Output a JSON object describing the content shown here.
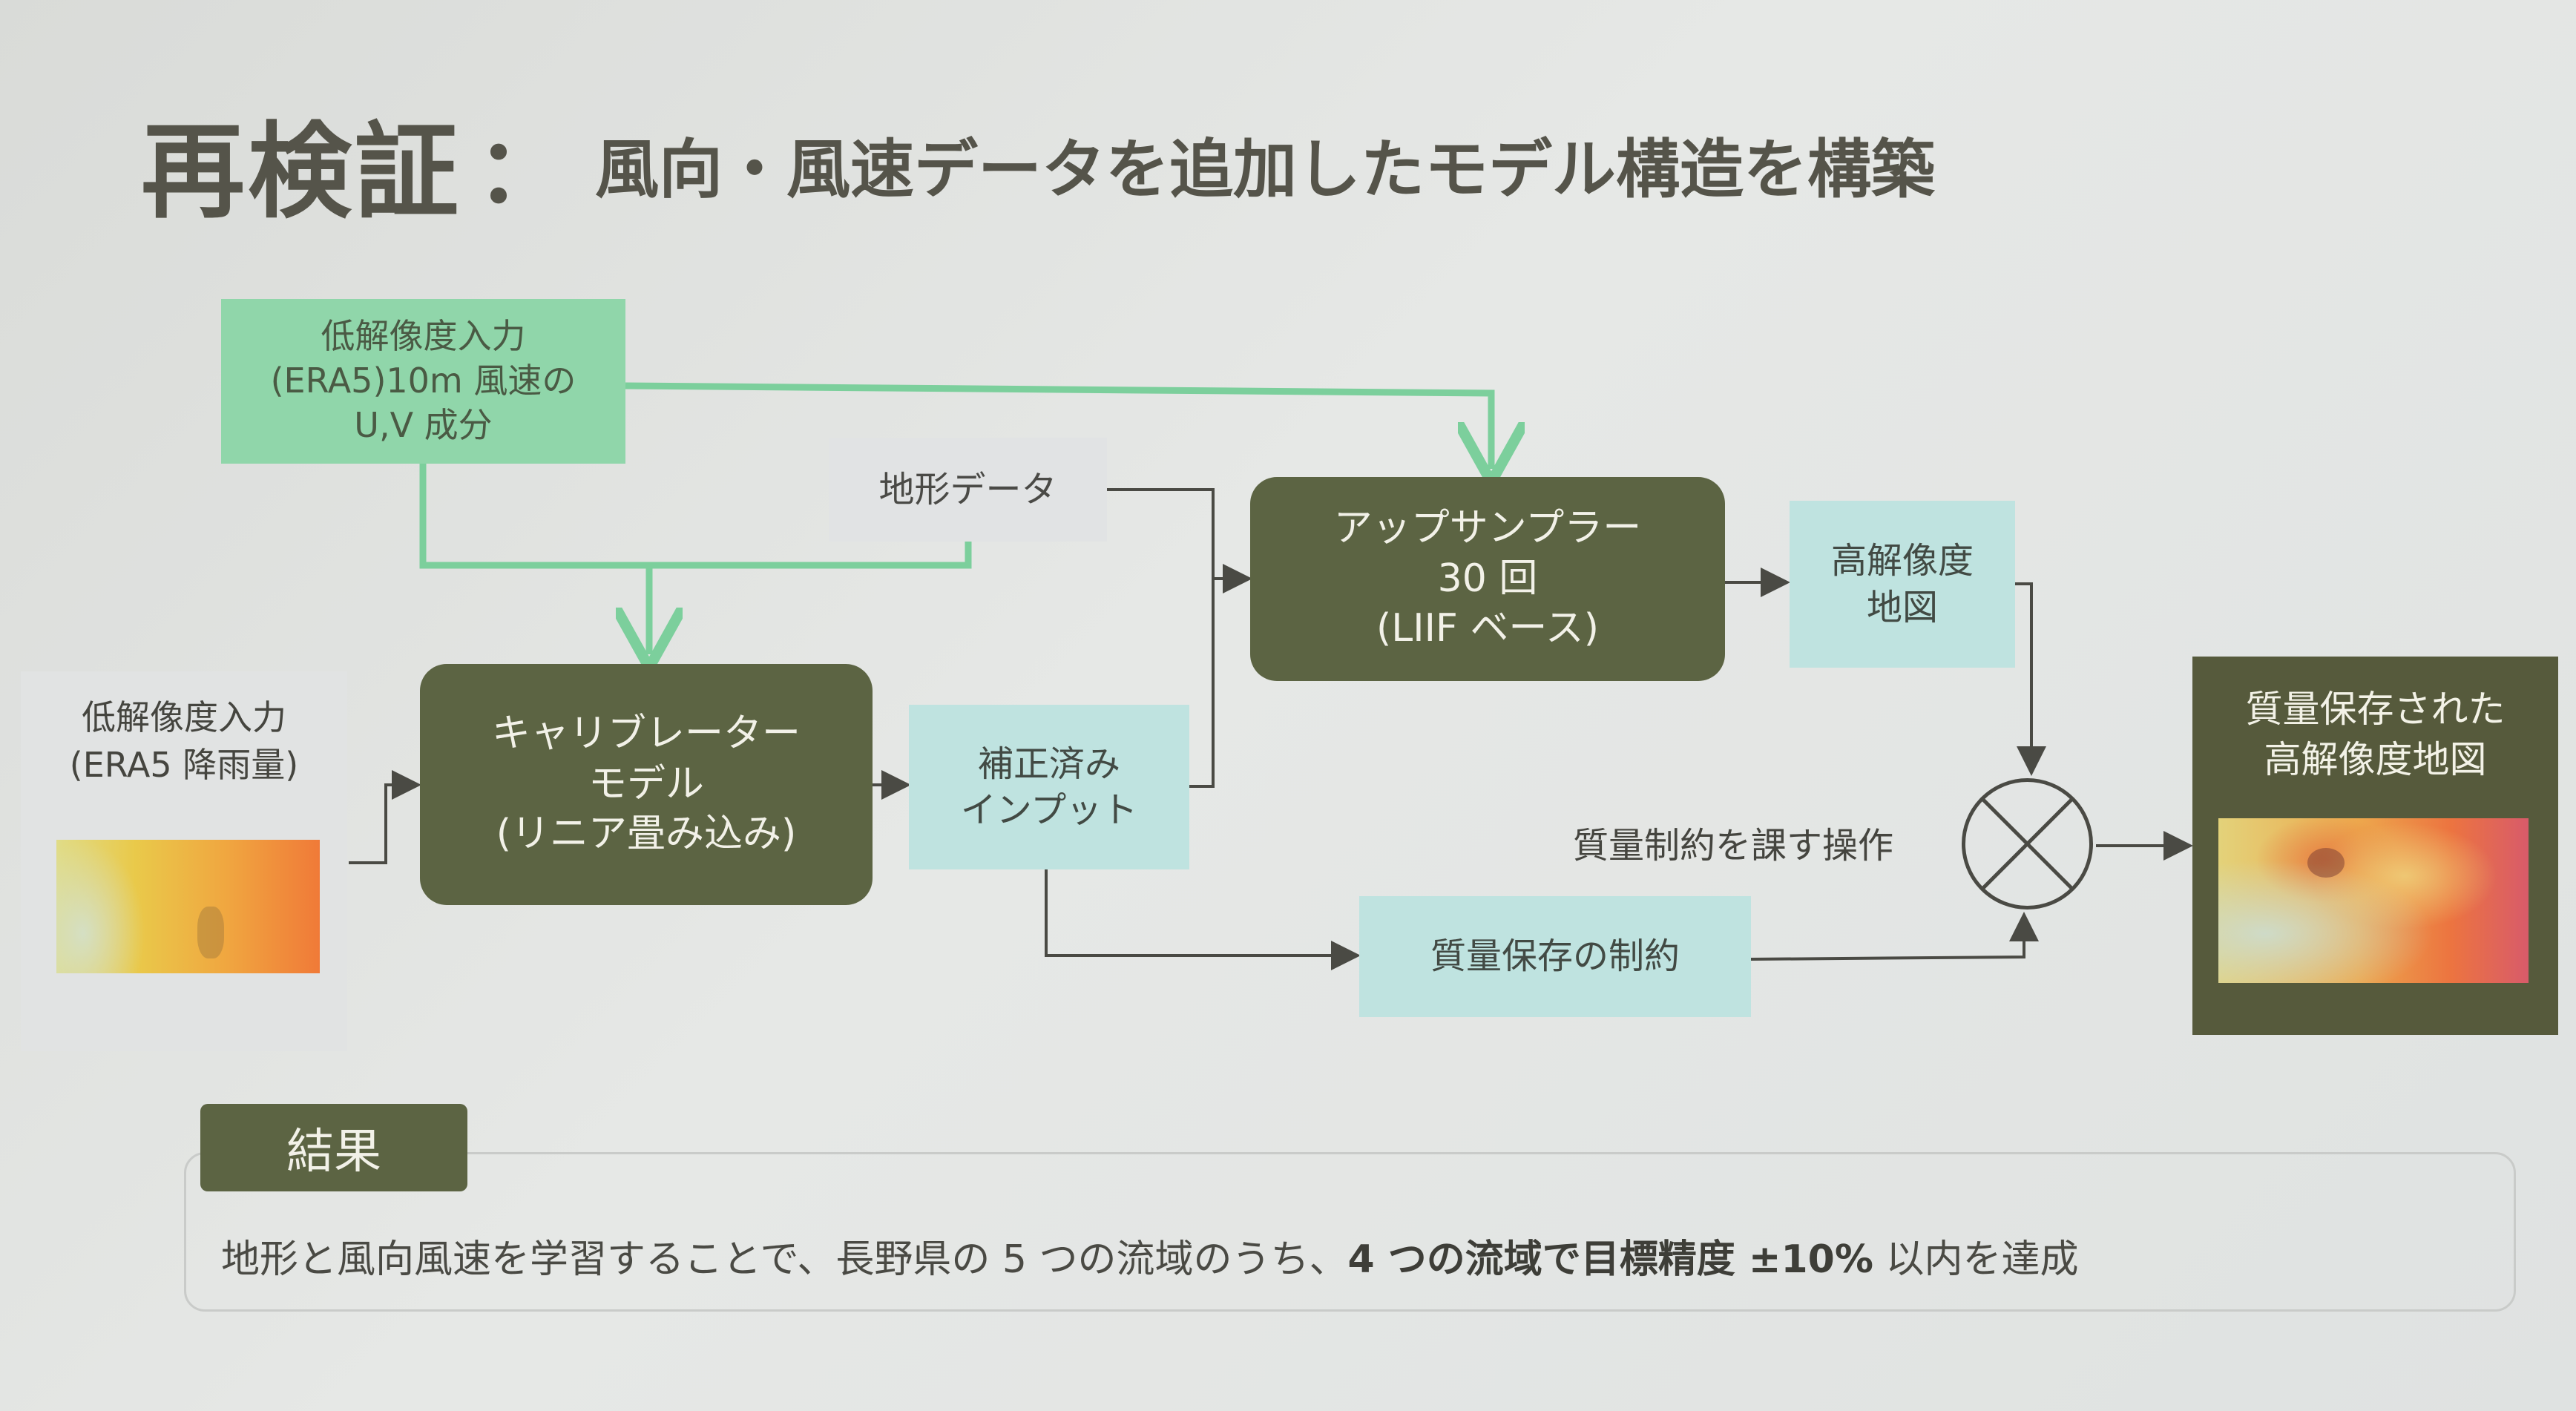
{
  "title": {
    "main": "再検証",
    "colon": "：",
    "subtitle": "風向・風速データを追加したモデル構造を構築"
  },
  "nodes": {
    "lr_wind": [
      "低解像度入力",
      "(ERA5)10m 風速の",
      "U,V 成分"
    ],
    "terrain": [
      "地形データ"
    ],
    "lr_rain": [
      "低解像度入力",
      "(ERA5 降雨量)"
    ],
    "calibrator": [
      "キャリブレーター",
      "モデル",
      "(リニア畳み込み)"
    ],
    "corrected": [
      "補正済み",
      "インプット"
    ],
    "upsampler": [
      "アップサンプラー",
      "30 回",
      "(LIIF ベース)"
    ],
    "hr_map": [
      "高解像度",
      "地図"
    ],
    "mass_constraint": [
      "質量保存の制約"
    ],
    "output": [
      "質量保存された",
      "高解像度地図"
    ]
  },
  "operator_label": "質量制約を課す操作",
  "result": {
    "tag": "結果",
    "text_normal": "地形と風向風速を学習することで、長野県の 5 つの流域のうち、",
    "text_bold": "4 つの流域で目標精度 ±10%",
    "text_tail": " 以内を達成"
  },
  "colors": {
    "green_box": "#90d6aa",
    "green_line": "#7ccf9c",
    "teal_box": "#bfe3e0",
    "dark_box": "#5c6443",
    "arrow_dark": "#4a4a44"
  }
}
